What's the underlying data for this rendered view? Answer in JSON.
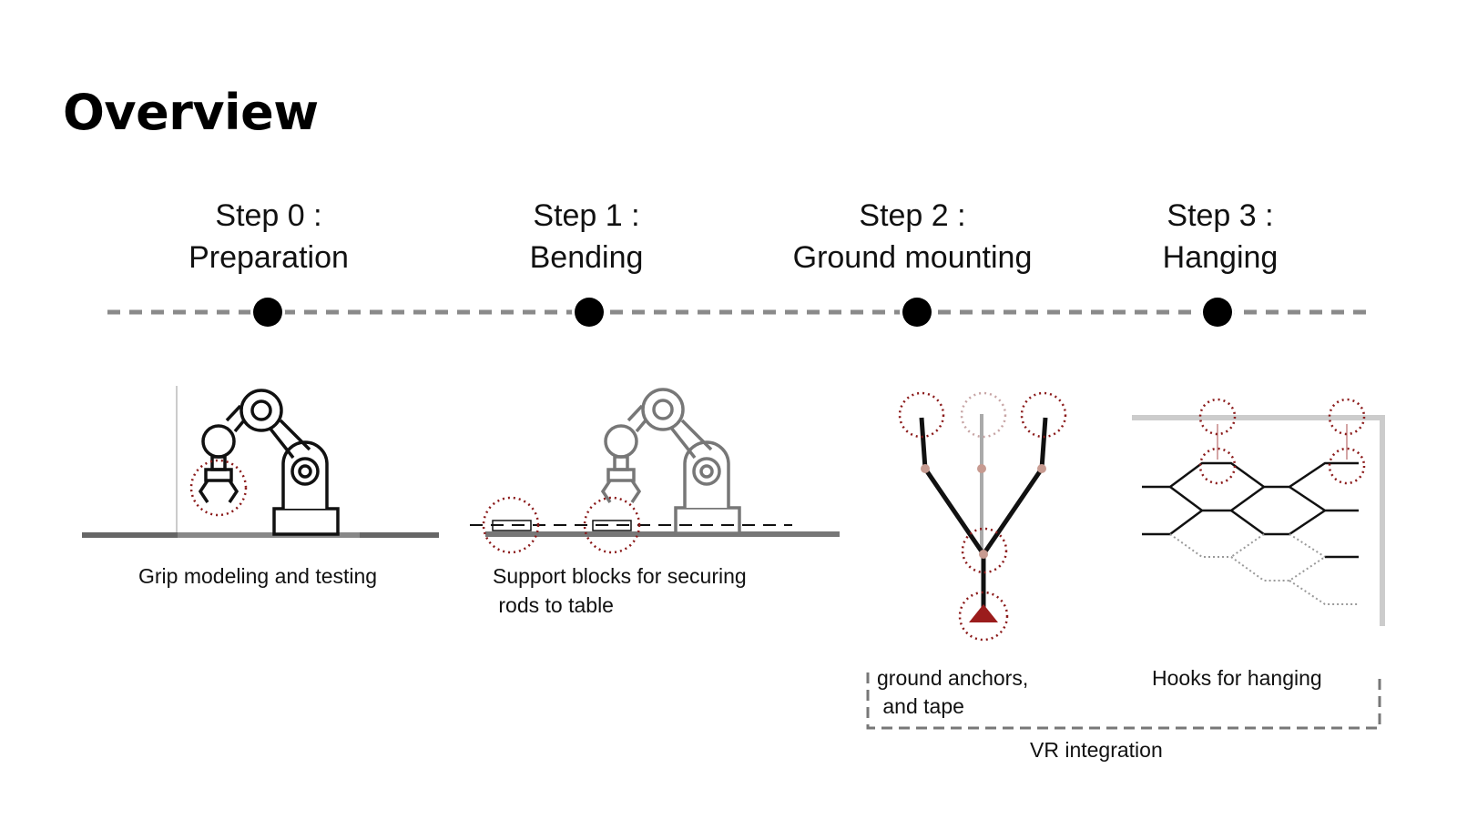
{
  "title": "Overview",
  "steps": [
    {
      "heading": "Step 0 :",
      "name": "Preparation"
    },
    {
      "heading": "Step 1 :",
      "name": "Bending"
    },
    {
      "heading": "Step 2 :",
      "name": "Ground mounting"
    },
    {
      "heading": "Step 3 :",
      "name": "Hanging"
    }
  ],
  "captions": {
    "grip": "Grip modeling and testing",
    "support_line1": "Support blocks for securing",
    "support_line2": " rods to table",
    "ground_line1": "ground anchors,",
    "ground_line2": " and tape",
    "hooks": "Hooks for hanging",
    "vr": "VR integration"
  },
  "colors": {
    "accent_red": "#8b1a1a",
    "timeline_gray": "#8a8a8a",
    "dot": "#000000"
  }
}
